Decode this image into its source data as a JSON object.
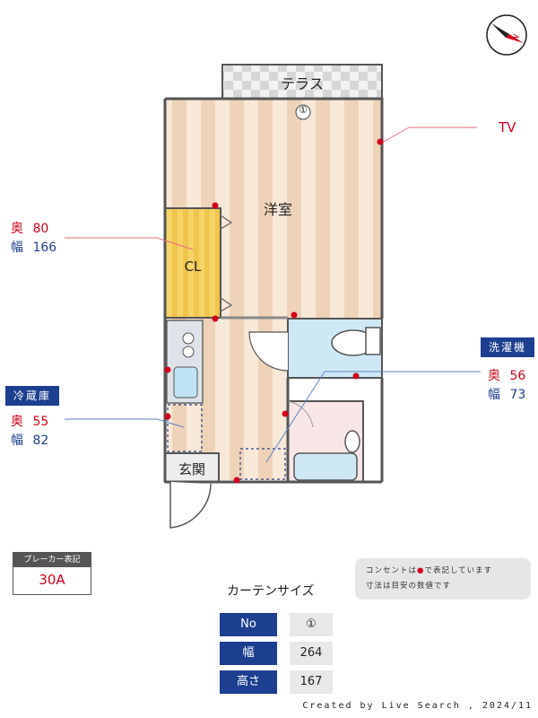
{
  "rooms": {
    "terrace": "テラス",
    "western_room": "洋室",
    "closet": "CL",
    "entrance": "玄関"
  },
  "window_number": "①",
  "tv_label": "TV",
  "closet_dims": {
    "depth_label": "奥",
    "depth": "80",
    "width_label": "幅",
    "width": "166"
  },
  "fridge": {
    "title": "冷蔵庫",
    "depth_label": "奥",
    "depth": "55",
    "width_label": "幅",
    "width": "82"
  },
  "washer": {
    "title": "洗濯機",
    "depth_label": "奥",
    "depth": "56",
    "width_label": "幅",
    "width": "73"
  },
  "breaker": {
    "title": "ブレーカー表記",
    "value": "30A"
  },
  "notes": {
    "line1": "コンセントは",
    "line1_end": "で表記しています",
    "line2": "寸法は目安の数値です"
  },
  "curtain": {
    "title": "カーテンサイズ",
    "rows": [
      {
        "key": "No",
        "value": "①"
      },
      {
        "key": "幅",
        "value": "264"
      },
      {
        "key": "高さ",
        "value": "167"
      }
    ]
  },
  "credit": "Created by Live Search , 2024/11",
  "colors": {
    "accent_blue": "#1d3f8f",
    "accent_red": "#d0021b",
    "floor_stripe_a": "#f2d7bf",
    "floor_stripe_b": "#f8e8d8",
    "closet_yellow": "#f3c951",
    "bath_blue": "#cfe8f5",
    "bath_pink": "#f8e6e6"
  },
  "icons": {
    "compass": "compass-north-icon",
    "outlet": "outlet-dot-icon"
  }
}
